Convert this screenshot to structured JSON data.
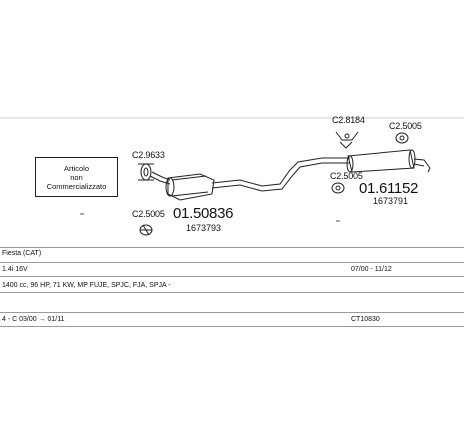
{
  "notice": {
    "lines": [
      "Articolo",
      "non",
      "Commercializzato"
    ]
  },
  "parts": [
    {
      "code": "C2.9633",
      "kind": "clamp"
    },
    {
      "code": "C2.5005",
      "kind": "gasket-left"
    },
    {
      "code": "01.50836",
      "kind": "front-pipe",
      "oem": "1673793"
    },
    {
      "code": "C2.8184",
      "kind": "bracket"
    },
    {
      "code": "C2.5005",
      "kind": "rubber-mount-top"
    },
    {
      "code": "C2.5005",
      "kind": "rubber-mount-mid"
    },
    {
      "code": "01.61152",
      "kind": "rear-silencer",
      "oem": "1673791"
    }
  ],
  "vehicle": {
    "model": "Fiesta (CAT)",
    "engine": "1.4i 16V",
    "years": "07/00 - 11/12",
    "spec": "1400 cc, 96 HP, 71 KW, MP FUJE, SPJC, FJA, SPJA -",
    "chassis": "4 - C 03/00 → 01/11",
    "code": "CT10830"
  },
  "colors": {
    "line": "#222222",
    "rule": "#9a9a9a"
  }
}
